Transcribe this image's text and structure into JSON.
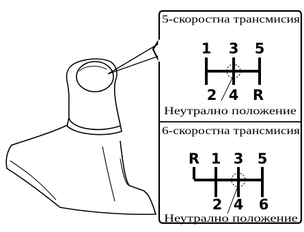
{
  "panels": [
    {
      "title": "5-скоростна трансмисия",
      "top_gears": [
        "1",
        "3",
        "5"
      ],
      "bottom_gears": [
        "2",
        "4",
        "R"
      ],
      "neutral_label": "Неутрално положение"
    },
    {
      "title": "6-скоростна трансмисия",
      "top_gears": [
        "R",
        "1",
        "3",
        "5"
      ],
      "bottom_gears": [
        "2",
        "4",
        "6"
      ],
      "neutral_label": "Неутрално положение"
    }
  ]
}
